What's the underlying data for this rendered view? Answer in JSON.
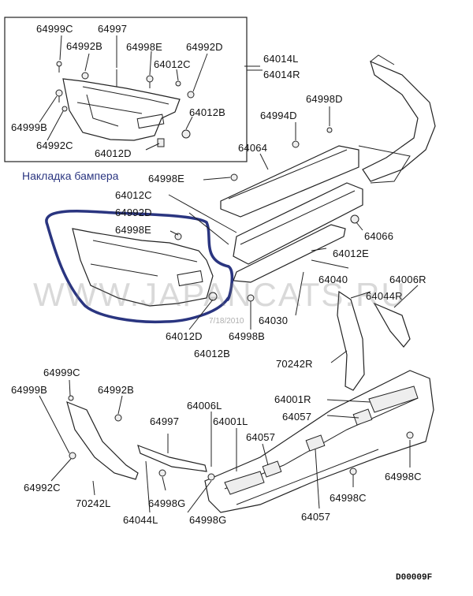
{
  "annotation": "Накладка бампера",
  "watermark": "WWW.JAPANCATS.RU",
  "date_stamp": "7/18/2010",
  "diagram_code": "D00009F",
  "labels": {
    "p64999C_a": "64999C",
    "p64997_a": "64997",
    "p64992B_a": "64992B",
    "p64998E_a": "64998E",
    "p64992D_a": "64992D",
    "p64012C_a": "64012C",
    "p64014L": "64014L",
    "p64014R": "64014R",
    "p64012B_a": "64012B",
    "p64999B_a": "64999B",
    "p64992C_a": "64992C",
    "p64012D_a": "64012D",
    "p64998D": "64998D",
    "p64994D": "64994D",
    "p64064": "64064",
    "p64998E_b": "64998E",
    "p64012C_b": "64012C",
    "p64992D_b": "64992D",
    "p64998E_c": "64998E",
    "p64066": "64066",
    "p64012E": "64012E",
    "p64040": "64040",
    "p64006R": "64006R",
    "p64044R": "64044R",
    "p64030": "64030",
    "p64012D_b": "64012D",
    "p64998B": "64998B",
    "p64012B_b": "64012B",
    "p70242R": "70242R",
    "p64999C_b": "64999C",
    "p64999B_b": "64999B",
    "p64992B_b": "64992B",
    "p64001R": "64001R",
    "p64006L": "64006L",
    "p64997_b": "64997",
    "p64001L": "64001L",
    "p64057_a": "64057",
    "p64057_b": "64057",
    "p64992C_b": "64992C",
    "p70242L": "70242L",
    "p64998G_a": "64998G",
    "p64998C_a": "64998C",
    "p64998C_b": "64998C",
    "p64044L": "64044L",
    "p64998G_b": "64998G",
    "p64057_c": "64057"
  },
  "colors": {
    "annotation": "#2a3580",
    "highlight_outline": "#2a3580",
    "line": "#222222"
  }
}
